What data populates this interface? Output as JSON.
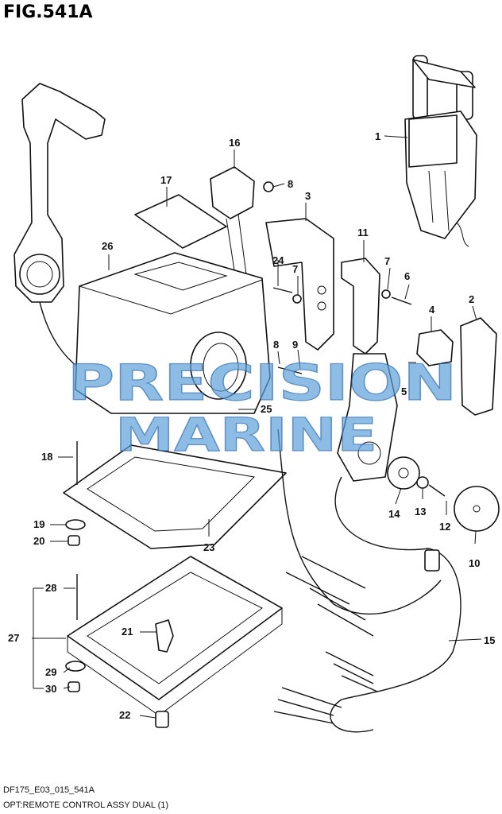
{
  "figure_title": "FIG.541A",
  "footer": {
    "code": "DF175_E03_015_541A",
    "caption": "OPT:REMOTE CONTROL ASSY DUAL (1)"
  },
  "watermark": {
    "line1": "PRECISION",
    "line2": "MARINE"
  },
  "callouts": [
    "1",
    "2",
    "3",
    "4",
    "5",
    "6",
    "7",
    "7",
    "8",
    "8",
    "9",
    "10",
    "11",
    "12",
    "13",
    "14",
    "15",
    "16",
    "17",
    "18",
    "19",
    "20",
    "21",
    "22",
    "23",
    "24",
    "25",
    "26",
    "27",
    "28",
    "29",
    "30"
  ]
}
